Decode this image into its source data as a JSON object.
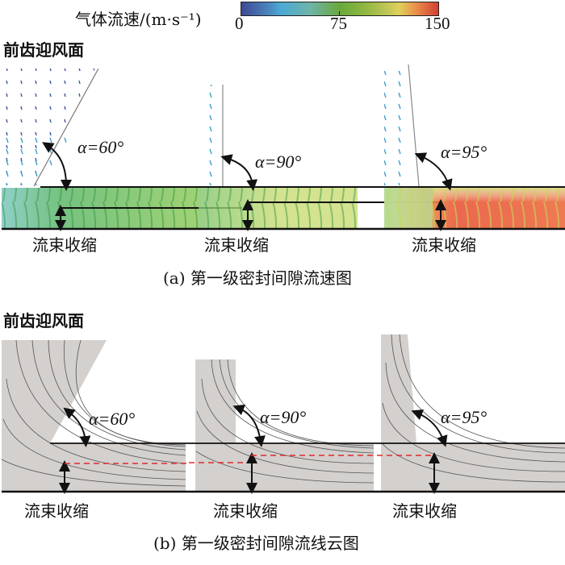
{
  "colorbar": {
    "label": "气体流速/(m·s⁻¹)",
    "min_label": "0",
    "mid_label": "75",
    "max_label": "150",
    "range": [
      0,
      150
    ],
    "colors": [
      "#3d4a93",
      "#4aa9d4",
      "#6fb4a8",
      "#69a83c",
      "#a8c24f",
      "#e0d05a",
      "#e9944a",
      "#d33d33"
    ]
  },
  "panel_a": {
    "front_face_label": "前齿迎风面",
    "caption": "(a) 第一级密封间隙流速图",
    "cases": [
      {
        "angle_label": "α=60°",
        "contraction_label": "流束收缩",
        "flow_color": "green"
      },
      {
        "angle_label": "α=90°",
        "contraction_label": "流束收缩",
        "flow_color": "yellow-green"
      },
      {
        "angle_label": "α=95°",
        "contraction_label": "流束收缩",
        "flow_color": "red"
      }
    ]
  },
  "panel_b": {
    "front_face_label": "前齿迎风面",
    "caption": "(b) 第一级密封间隙流线云图",
    "cases": [
      {
        "angle_label": "α=60°",
        "contraction_label": "流束收缩"
      },
      {
        "angle_label": "α=90°",
        "contraction_label": "流束收缩"
      },
      {
        "angle_label": "α=95°",
        "contraction_label": "流束收缩"
      }
    ]
  }
}
